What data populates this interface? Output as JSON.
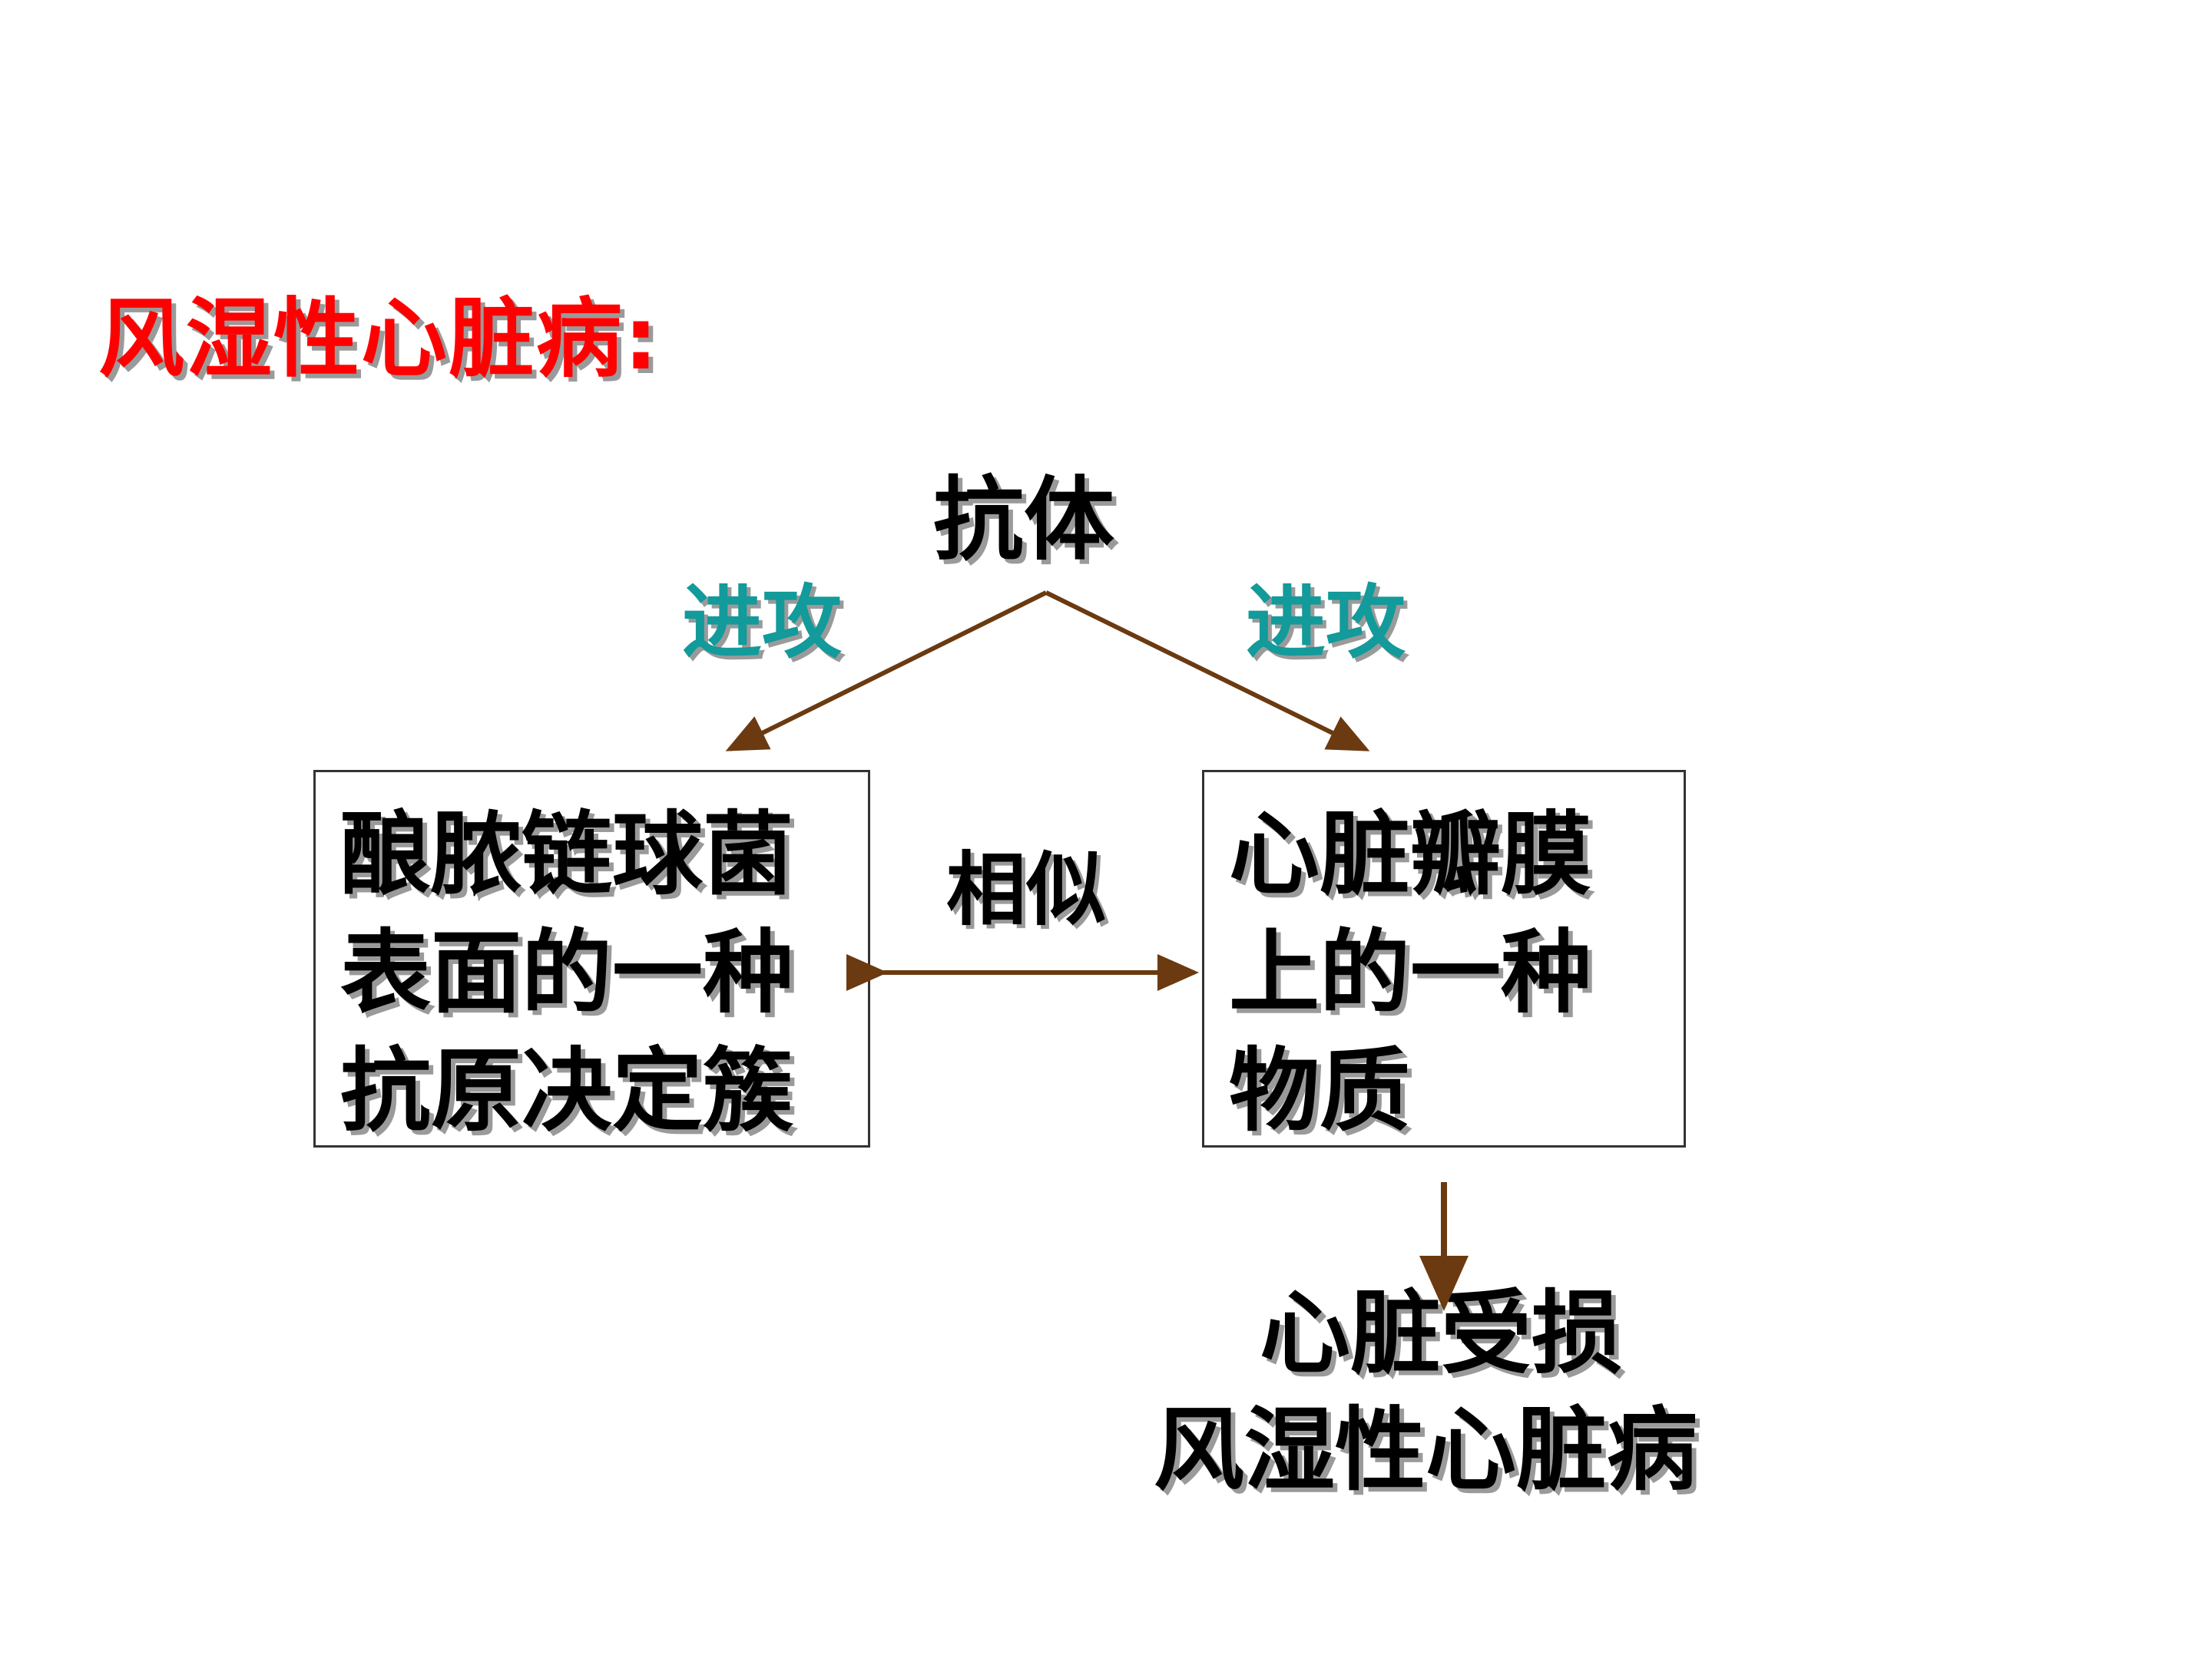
{
  "title": "风湿性心脏病:",
  "top_node": "抗体",
  "edge_left_label": "进攻",
  "edge_right_label": "进攻",
  "similar_label": "相似",
  "left_box": {
    "lines": [
      "酿脓链球菌",
      "表面的一种",
      "抗原决定簇"
    ]
  },
  "right_box": {
    "lines": [
      "心脏瓣膜",
      "上的一种",
      "物质"
    ]
  },
  "result": {
    "lines": [
      "心脏受损",
      "风湿性心脏病"
    ]
  },
  "colors": {
    "title": "#ff0000",
    "edge_label": "#139a9a",
    "arrow": "#6b3a10",
    "text": "#000000"
  }
}
